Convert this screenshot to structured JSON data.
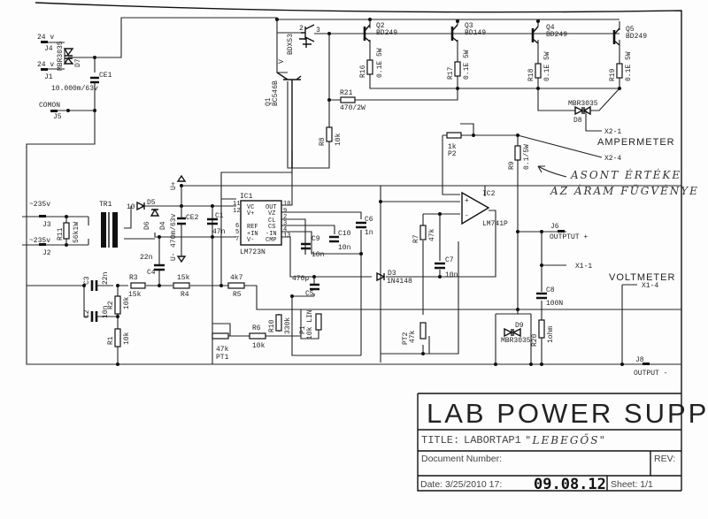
{
  "connectors": {
    "j4": "J4",
    "j4_v": "24 v",
    "j1": "J1",
    "j1_v": "24 v",
    "j5": "J5",
    "j5_label": "COMON",
    "j3": "J3",
    "j3_v": "~235v",
    "j2": "J2",
    "j2_v": "~235v",
    "j6": "J6",
    "j6_label": "OUTPTUT +",
    "j8": "J8",
    "j8_label": "OUTPUT -",
    "x2_1": "X2-1",
    "x2_4": "X2-4",
    "x1_1": "X1-1",
    "x1_4": "X1-4",
    "u_plus": "U+",
    "u_minus": "U-"
  },
  "meters": {
    "ampermeter": "AMPERMETER",
    "voltmeter": "VOLTMETER"
  },
  "parts": {
    "d7": "D7",
    "d7_v": "MBR3035",
    "ce1": "CE1",
    "ce1_v": "10.000m/63v",
    "q1": "Q1",
    "q1_v": "BC546B",
    "bdx": "BDX53",
    "bdx_v": "V",
    "q2": "Q2",
    "q2_v": "BD249",
    "q3": "Q3",
    "q3_v": "BD149",
    "q4": "Q4",
    "q4_v": "BD249",
    "q5": "Q5",
    "q5_v": "BD249",
    "r16": "R16",
    "r17": "R17",
    "r18": "R18",
    "r19": "R19",
    "rsh_v": "0.1E 5W",
    "r21": "R21",
    "r21_v": "470/2W",
    "r8": "R8",
    "r8_v": "10k",
    "d8": "D8",
    "d8_v": "MBR3035",
    "p2": "P2",
    "p2_v": "1k",
    "r9": "R9",
    "r9_v": "0.1/5W",
    "tr1": "TR1",
    "tr1_pin": "10",
    "r11": "R11",
    "r11_v": "56k1W",
    "d5": "D5",
    "d6": "D6",
    "d4": "D4",
    "ce2": "CE2",
    "ce2_v": "470m/63v",
    "c1": "C1",
    "c1_v": "47n",
    "ic1": "IC1",
    "ic1_v": "LM723N",
    "ic1_pins_left": [
      "VC",
      "V+",
      "REF",
      "+IN",
      "V-"
    ],
    "ic1_pins_right": [
      "OUT",
      "VZ",
      "CL",
      "CS",
      "-IN",
      "CMP"
    ],
    "ic1_nums_left": [
      "11",
      "12",
      "6",
      "5",
      "7"
    ],
    "ic1_nums_right": [
      "10",
      "9",
      "2",
      "3",
      "4",
      "13"
    ],
    "c9": "C9",
    "c9_v": "10n",
    "c10": "C10",
    "c10_v": "10n",
    "c6": "C6",
    "c6_v": "1n",
    "c5": "C5",
    "c5_v": "470p",
    "d3": "D3",
    "d3_v": "1N4148",
    "ic2": "IC2",
    "ic2_v": "LM741P",
    "r7": "R7",
    "r7_v": "47k",
    "c7": "C7",
    "c7_v": "10n",
    "c8": "C8",
    "c8_v": "100N",
    "d9": "D9",
    "d9_v": "MBR3035",
    "r20": "R20",
    "r20_v": "1ohm",
    "pt2": "PT2",
    "pt2_v": "47k",
    "c4": "C4",
    "c4_v": "22n",
    "c3": "C3",
    "c3_v": "22n",
    "c2": "C2",
    "c2_v": "10n",
    "r3": "R3",
    "r3_v": "15k",
    "r4": "R4",
    "r4_v": "15k",
    "r5": "R5",
    "r5_v": "4k7",
    "r2": "R2",
    "r2_v": "10k",
    "r1": "R1",
    "r1_v": "10k",
    "pt1": "PT1",
    "pt1_v": "47k",
    "r6": "R6",
    "r6_v": "10k",
    "r10": "R10",
    "r10_v": "330k",
    "p1": "P1",
    "p1_v": "10k LIN"
  },
  "notes": {
    "line1": "ASONT ÉRTÉKE",
    "line2": "AZ ÁRAM FÜGVÉNYE"
  },
  "title_block": {
    "heading": "LAB POWER SUPPLY",
    "title_label": "TITLE:",
    "title_value": "LABORTAP1",
    "title_handwritten": "\"LEBEGŐS\"",
    "document_number_label": "Document Number:",
    "rev_label": "REV:",
    "date_label": "Date: 3/25/2010 17:",
    "date_stamp": "09.08.12",
    "sheet_label": "Sheet: 1/1"
  }
}
